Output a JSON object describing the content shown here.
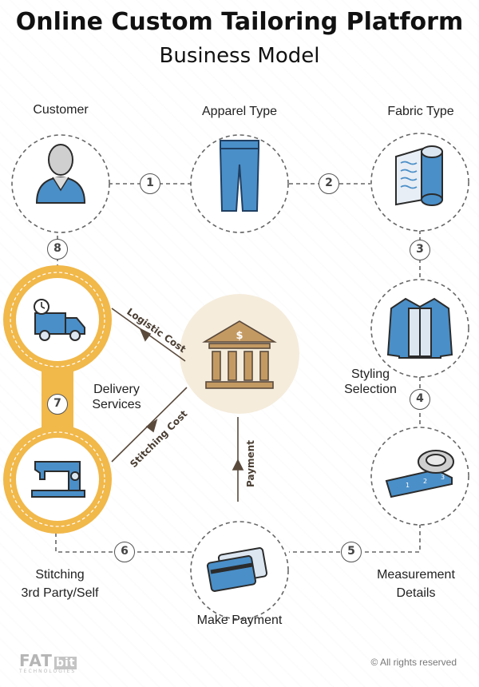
{
  "header": {
    "title": "Online Custom Tailoring Platform",
    "subtitle": "Business Model"
  },
  "nodes": {
    "customer": "Customer",
    "apparel": "Apparel Type",
    "fabric": "Fabric Type",
    "styling_line1": "Styling",
    "styling_line2": "Selection",
    "measurement_line1": "Measurement",
    "measurement_line2": "Details",
    "payment": "Make Payment",
    "stitching_line1": "Stitching",
    "stitching_line2": "3rd Party/Self",
    "delivery_line1": "Delivery",
    "delivery_line2": "Services"
  },
  "steps": [
    "1",
    "2",
    "3",
    "4",
    "5",
    "6",
    "7",
    "8"
  ],
  "flows": {
    "logistic": "Logistic Cost",
    "stitching": "Stitching Cost",
    "payment": "Payment"
  },
  "bank_symbol": "$",
  "footer": {
    "brand_fat": "FAT",
    "brand_bit": "bit",
    "brand_sub": "TECHNOLOGIES",
    "rights": "© All rights reserved"
  },
  "colors": {
    "accent": "#f1b84a",
    "icon_blue": "#4a8fc8",
    "bank_bg": "#f5ecdc",
    "bank_icon": "#c49a63"
  }
}
